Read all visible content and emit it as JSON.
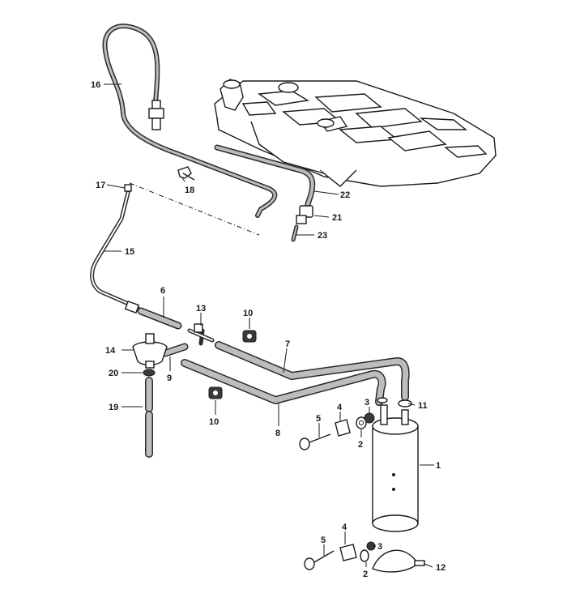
{
  "diagram": {
    "callouts": [
      {
        "id": "c1",
        "text": "1"
      },
      {
        "id": "c2a",
        "text": "2"
      },
      {
        "id": "c2b",
        "text": "2"
      },
      {
        "id": "c3a",
        "text": "3"
      },
      {
        "id": "c3b",
        "text": "3"
      },
      {
        "id": "c4a",
        "text": "4"
      },
      {
        "id": "c4b",
        "text": "4"
      },
      {
        "id": "c5a",
        "text": "5"
      },
      {
        "id": "c5b",
        "text": "5"
      },
      {
        "id": "c6",
        "text": "6"
      },
      {
        "id": "c7",
        "text": "7"
      },
      {
        "id": "c8",
        "text": "8"
      },
      {
        "id": "c9",
        "text": "9"
      },
      {
        "id": "c10a",
        "text": "10"
      },
      {
        "id": "c10b",
        "text": "10"
      },
      {
        "id": "c11",
        "text": "11"
      },
      {
        "id": "c12",
        "text": "12"
      },
      {
        "id": "c13",
        "text": "13"
      },
      {
        "id": "c14",
        "text": "14"
      },
      {
        "id": "c15",
        "text": "15"
      },
      {
        "id": "c16",
        "text": "16"
      },
      {
        "id": "c17",
        "text": "17"
      },
      {
        "id": "c18",
        "text": "18"
      },
      {
        "id": "c19",
        "text": "19"
      },
      {
        "id": "c20",
        "text": "20"
      },
      {
        "id": "c21",
        "text": "21"
      },
      {
        "id": "c22",
        "text": "22"
      },
      {
        "id": "c23",
        "text": "23"
      }
    ]
  }
}
